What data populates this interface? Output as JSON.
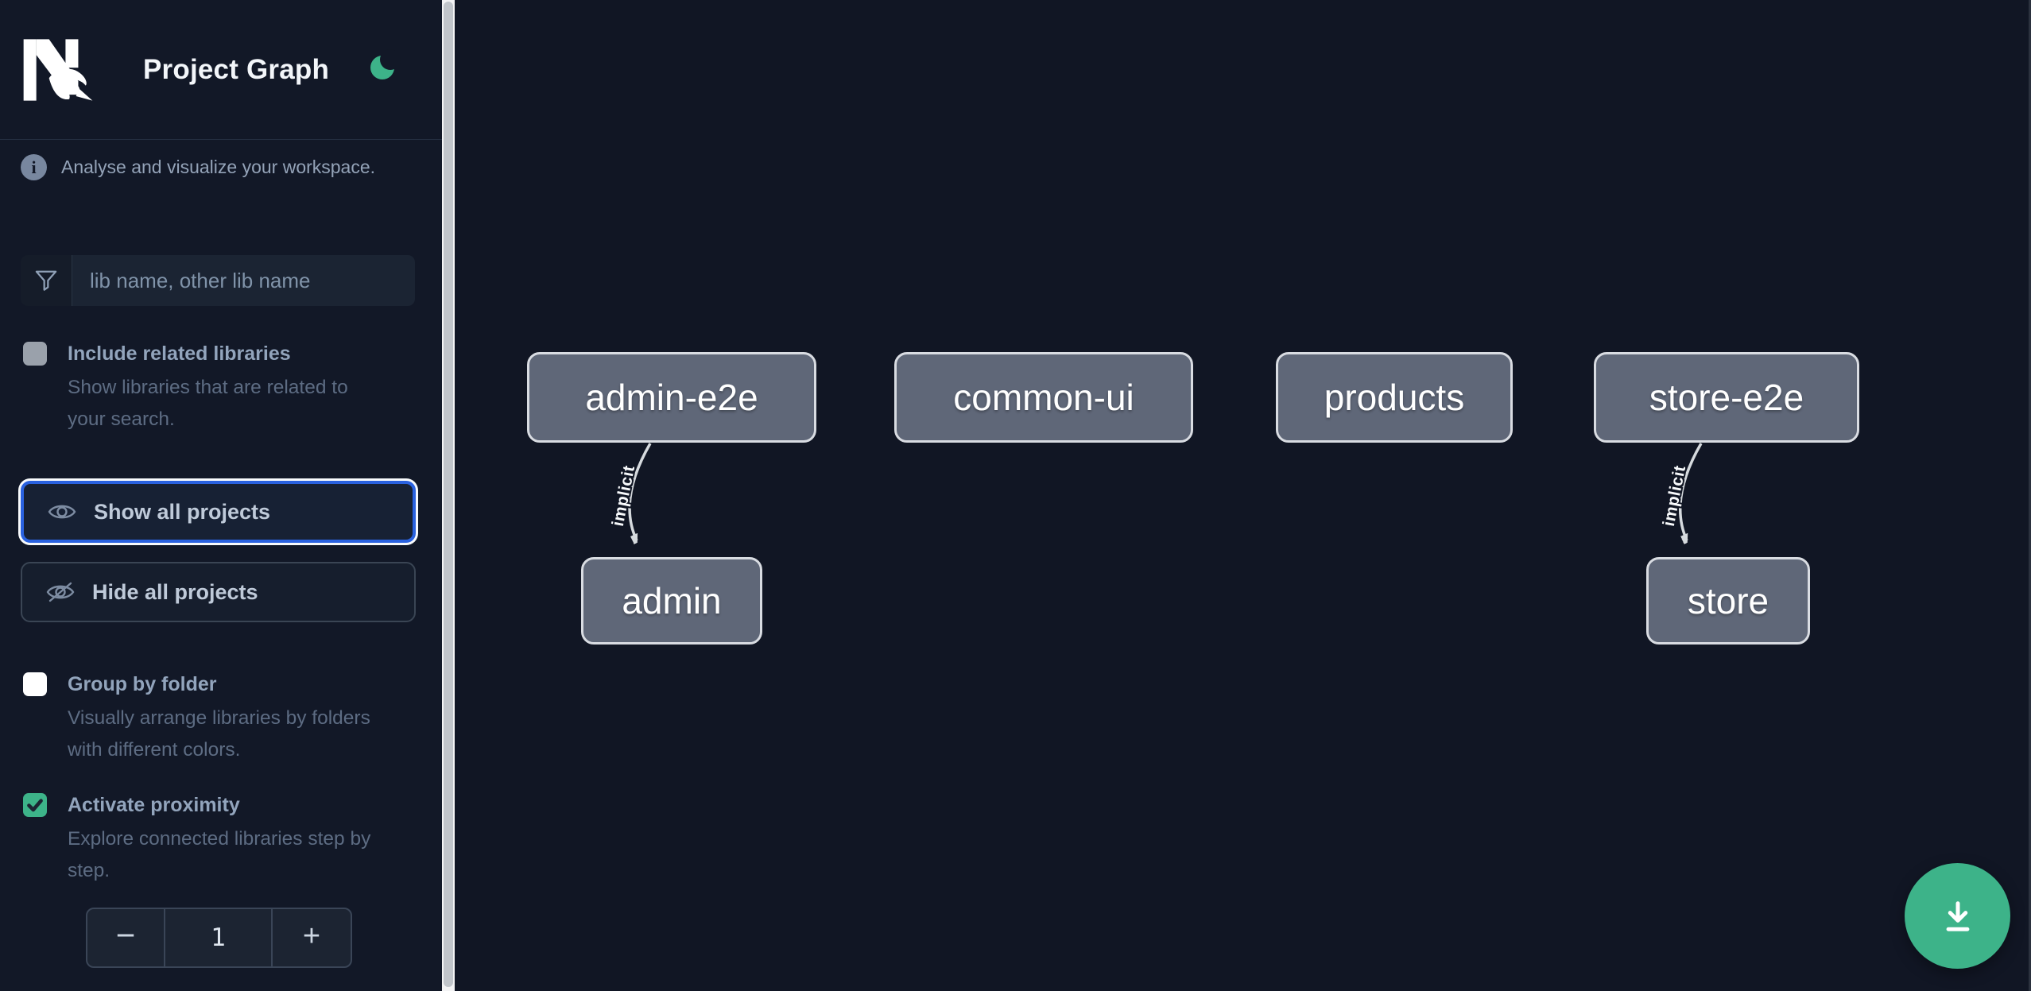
{
  "header": {
    "title": "Project Graph"
  },
  "sidebar": {
    "tagline": "Analyse and visualize your workspace.",
    "search": {
      "placeholder": "lib name, other lib name",
      "value": ""
    },
    "options": [
      {
        "label": "Include related libraries",
        "description": "Show libraries that are related to your search.",
        "checked": false,
        "disabled": true
      },
      {
        "label": "Group by folder",
        "description": "Visually arrange libraries by folders with different colors.",
        "checked": false,
        "disabled": false
      },
      {
        "label": "Activate proximity",
        "description": "Explore connected libraries step by step.",
        "checked": true,
        "disabled": false
      }
    ],
    "actions": [
      {
        "label": "Show all projects",
        "icon": "eye-icon",
        "focused": true
      },
      {
        "label": "Hide all projects",
        "icon": "eye-slash-icon",
        "focused": false
      }
    ],
    "stepper": {
      "decrement_label": "−",
      "value": "1",
      "increment_label": "+"
    }
  },
  "graph": {
    "nodes": [
      {
        "label": "admin-e2e"
      },
      {
        "label": "common-ui"
      },
      {
        "label": "products"
      },
      {
        "label": "store-e2e"
      },
      {
        "label": "admin"
      },
      {
        "label": "store"
      }
    ],
    "edges": [
      {
        "from": "admin-e2e",
        "to": "admin",
        "label": "implicit"
      },
      {
        "from": "store-e2e",
        "to": "store",
        "label": "implicit"
      }
    ]
  },
  "fab": {
    "icon": "download-icon"
  },
  "colors": {
    "accent_green": "#3db389",
    "focus_blue": "#2a62e0",
    "sidebar_bg": "#121827",
    "canvas_bg": "#111624",
    "node_fill": "#5f6778",
    "node_border": "#d9dce2"
  }
}
